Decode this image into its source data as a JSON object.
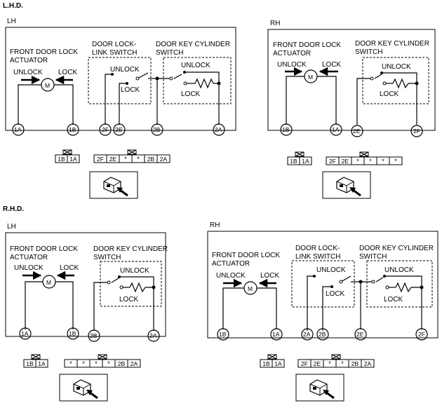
{
  "sections": {
    "lhd": "L.H.D.",
    "rhd": "R.H.D."
  },
  "side": {
    "lh": "LH",
    "rh": "RH"
  },
  "labels": {
    "actuator_1": "FRONT DOOR LOCK",
    "actuator_2": "ACTUATOR",
    "link_1": "DOOR LOCK-",
    "link_2": "LINK SWITCH",
    "key_1": "DOOR KEY CYLINDER",
    "key_2": "SWITCH",
    "unlock": "UNLOCK",
    "lock": "LOCK",
    "motor": "M"
  },
  "terminals": {
    "t1A": "1A",
    "t1B": "1B",
    "t2A": "2A",
    "t2B": "2B",
    "t2E": "2E",
    "t2F": "2F"
  },
  "connectors": {
    "lhd_lh_small": [
      "1B",
      "1A"
    ],
    "lhd_lh_big": [
      "2F",
      "2E",
      "*",
      "*",
      "2B",
      "2A"
    ],
    "lhd_rh_small": [
      "1B",
      "1A"
    ],
    "lhd_rh_big": [
      "2F",
      "2E",
      "*",
      "*",
      "*",
      "*"
    ],
    "rhd_lh_small": [
      "1B",
      "1A"
    ],
    "rhd_lh_big": [
      "*",
      "*",
      "*",
      "*",
      "2B",
      "2A"
    ],
    "rhd_rh_small": [
      "1B",
      "1A"
    ],
    "rhd_rh_big": [
      "2F",
      "2E",
      "*",
      "*",
      "2B",
      "2A"
    ]
  },
  "icons": {
    "connector_view": "connector-view-icon",
    "lock_symbol": "connector-lock-icon",
    "motor": "motor-icon",
    "resistor": "resistor-icon"
  }
}
